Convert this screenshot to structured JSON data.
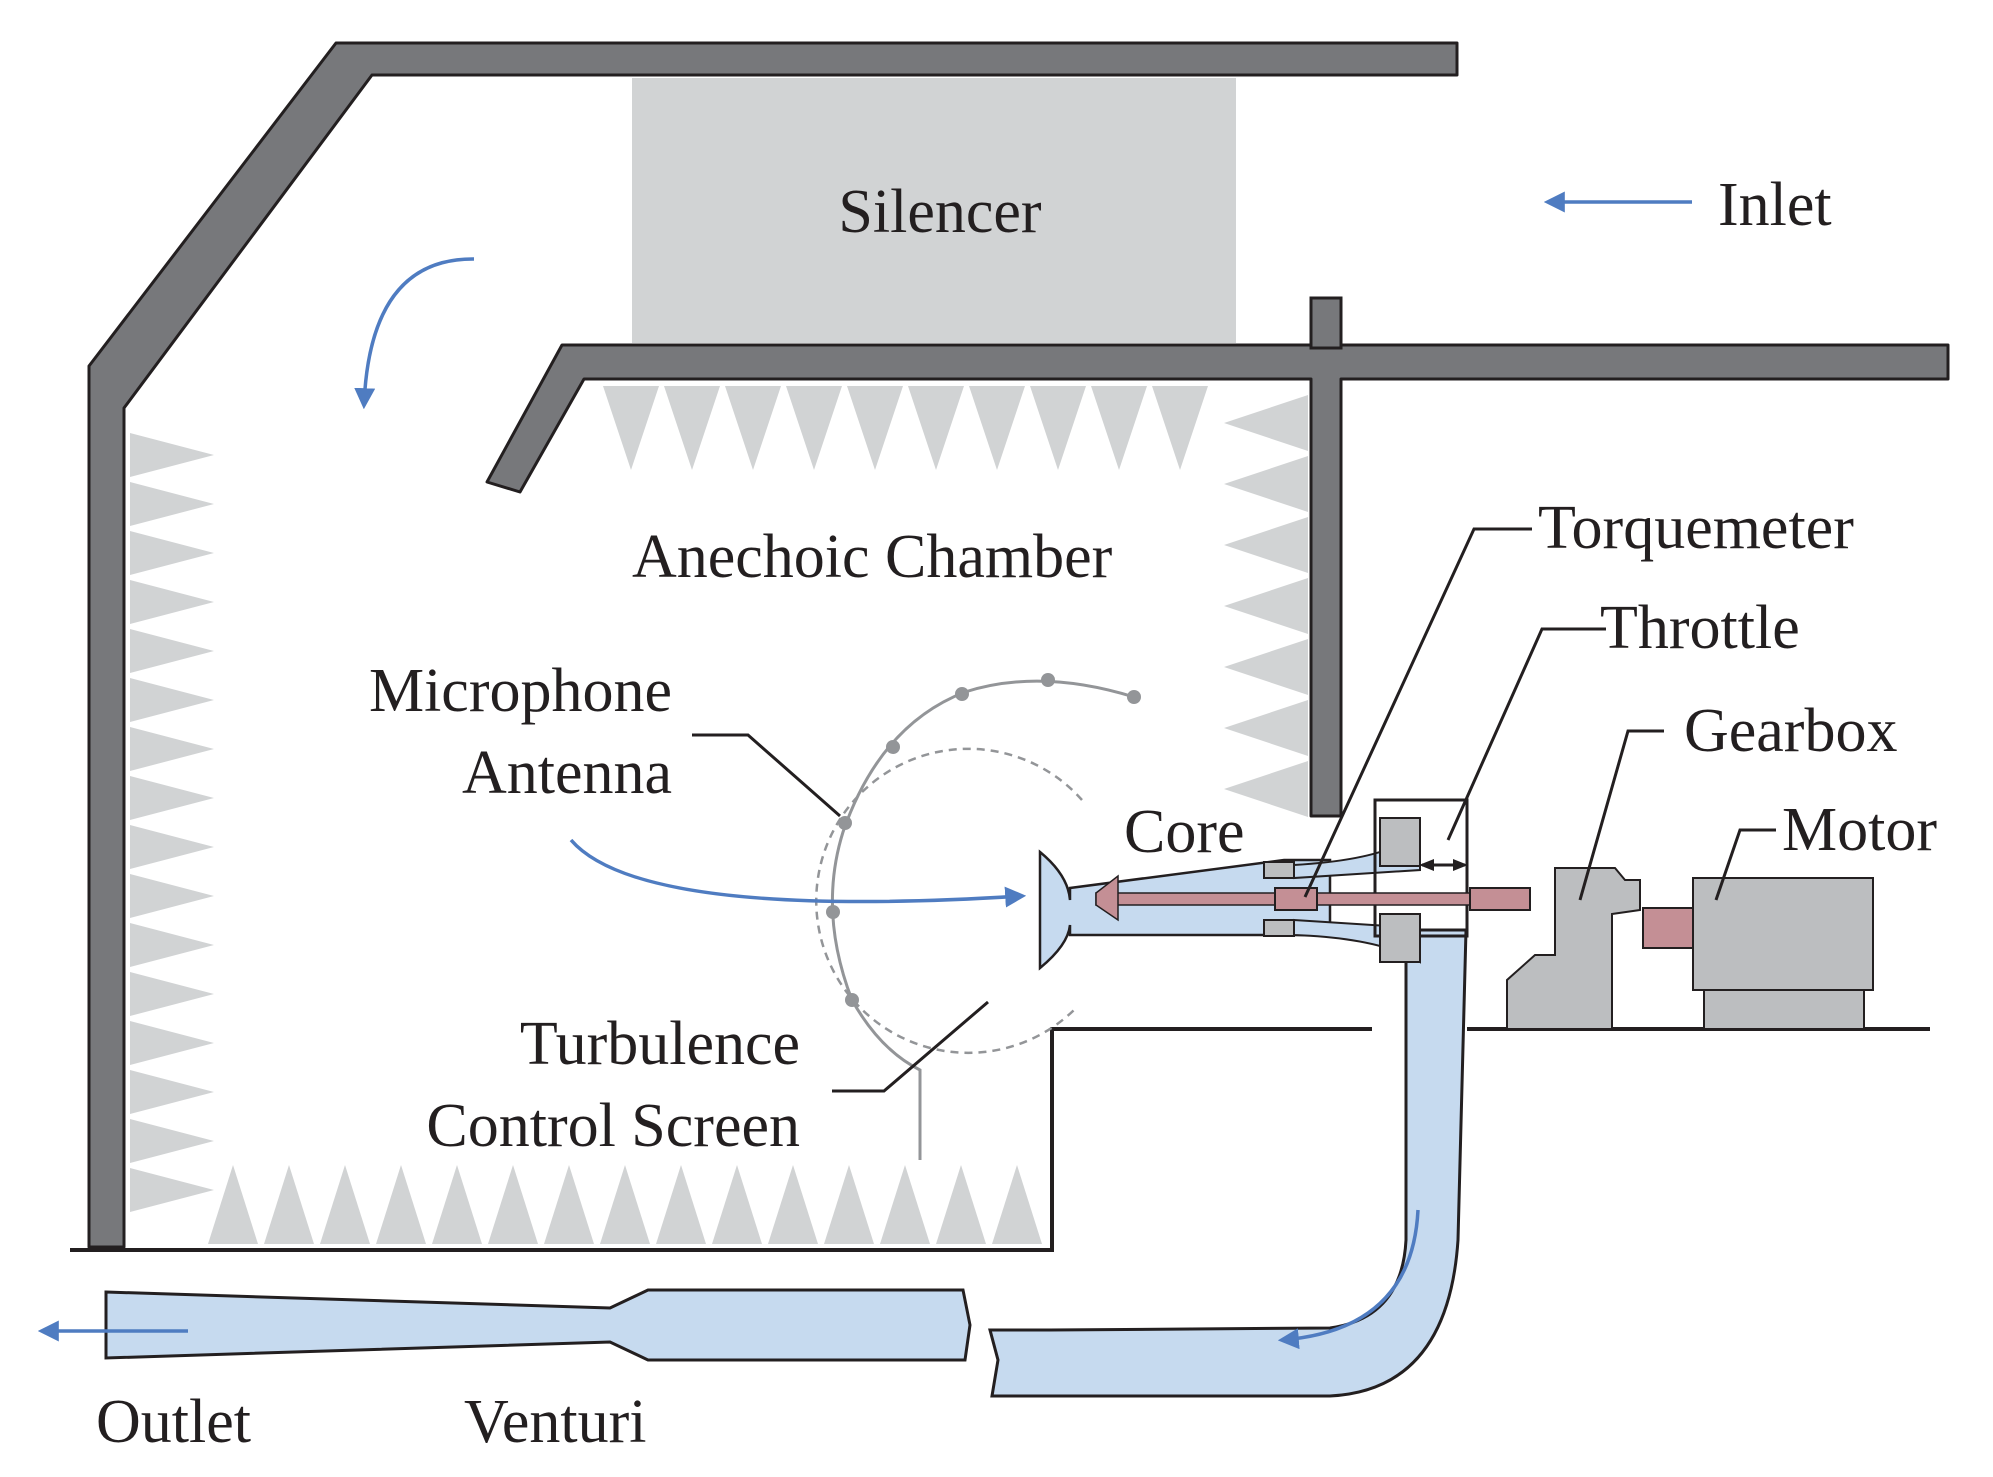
{
  "labels": {
    "silencer": "Silencer",
    "inlet": "Inlet",
    "anechoic_chamber": "Anechoic Chamber",
    "torquemeter": "Torquemeter",
    "throttle": "Throttle",
    "gearbox": "Gearbox",
    "motor": "Motor",
    "core": "Core",
    "microphone_line1": "Microphone",
    "microphone_line2": "Antenna",
    "turbulence_line1": "Turbulence",
    "turbulence_line2": "Control Screen",
    "outlet": "Outlet",
    "venturi": "Venturi"
  },
  "colors": {
    "wall": "#77787b",
    "wall_outline": "#231f20",
    "silencer_fill": "#d1d3d4",
    "wedge_fill": "#d1d3d4",
    "duct_fill": "#c6daef",
    "arrow_blue": "#4f7cc1",
    "shaft": "#c48f95",
    "machine": "#bcbec0",
    "text": "#231f20"
  },
  "icons": [
    "flow-arrow-icon",
    "throttle-double-arrow-icon"
  ]
}
